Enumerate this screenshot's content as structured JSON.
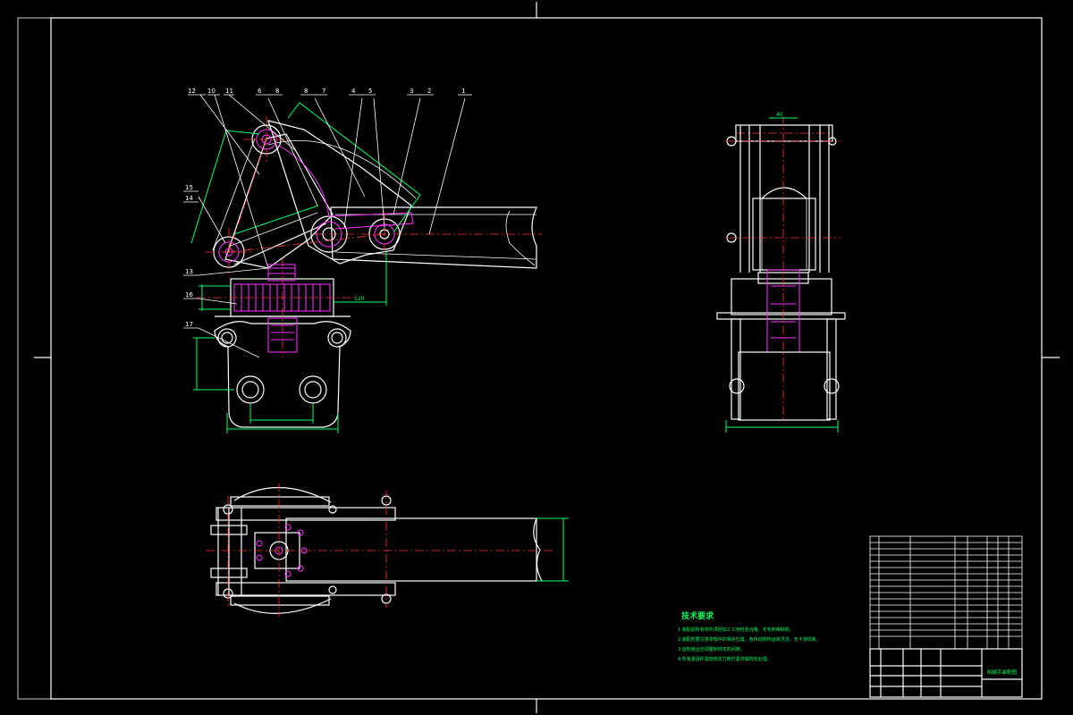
{
  "balloons": [
    {
      "id": "12",
      "label": "12"
    },
    {
      "id": "10",
      "label": "10"
    },
    {
      "id": "11",
      "label": "11"
    },
    {
      "id": "9a",
      "label": "6"
    },
    {
      "id": "9b",
      "label": "8"
    },
    {
      "id": "8",
      "label": "8"
    },
    {
      "id": "7",
      "label": "7"
    },
    {
      "id": "4",
      "label": "4"
    },
    {
      "id": "5",
      "label": "5"
    },
    {
      "id": "3",
      "label": "3"
    },
    {
      "id": "2",
      "label": "2"
    },
    {
      "id": "1",
      "label": "1"
    },
    {
      "id": "15",
      "label": "15"
    },
    {
      "id": "14",
      "label": "14"
    },
    {
      "id": "13",
      "label": "13"
    },
    {
      "id": "16",
      "label": "16"
    },
    {
      "id": "17",
      "label": "17"
    }
  ],
  "dimensions": {
    "d_120": "120",
    "d_front_top": "40"
  },
  "tech_requirements": {
    "title": "技术要求",
    "lines": [
      "1.装配前所有零件须经加工工序检验合格，无毛刺等缺陷。",
      "2.装配时要注意零部件的相对位置，各传动机构运转灵活，无卡滞现象。",
      "3.齿轮啮合应调整到规定的间隙。",
      "4.所有紧固件需按规定力矩拧紧并做防松处理。"
    ]
  },
  "title_block": {
    "drawing_name": "机械手装配图"
  }
}
